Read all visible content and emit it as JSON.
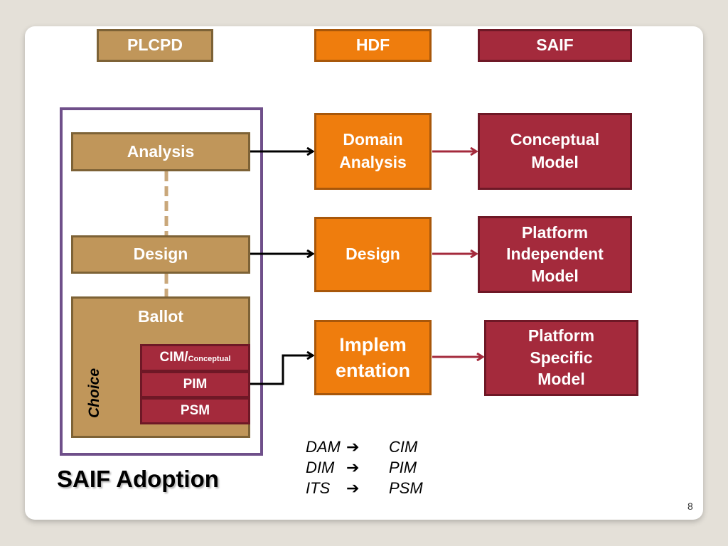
{
  "header": {
    "plcpd": "PLCPD",
    "hdf": "HDF",
    "saif": "SAIF"
  },
  "plcpd_stages": {
    "analysis": "Analysis",
    "design": "Design",
    "ballot": "Ballot",
    "choice_label": "Choice",
    "cim_main": "CIM/",
    "cim_sub": "Conceptual",
    "pim": "PIM",
    "psm": "PSM"
  },
  "hdf_stages": {
    "domain_analysis_line1": "Domain",
    "domain_analysis_line2": "Analysis",
    "design": "Design",
    "implementation_line1": "Implem",
    "implementation_line2": "entation"
  },
  "saif_models": {
    "conceptual_line1": "Conceptual",
    "conceptual_line2": "Model",
    "pim_line1": "Platform",
    "pim_line2": "Independent",
    "pim_line3": "Model",
    "psm_line1": "Platform",
    "psm_line2": "Specific",
    "psm_line3": "Model"
  },
  "title": "SAIF Adoption",
  "mappings": [
    {
      "from": "DAM",
      "arrow": "➔",
      "to": "CIM"
    },
    {
      "from": "DIM",
      "arrow": "➔",
      "to": "PIM"
    },
    {
      "from": "ITS",
      "arrow": "➔",
      "to": "PSM"
    }
  ],
  "page_number": "8",
  "colors": {
    "plcpd_tan": "#c0965a",
    "hdf_orange": "#ef7d0d",
    "saif_red": "#a42a3c",
    "frame_purple": "#6f4f8a"
  }
}
